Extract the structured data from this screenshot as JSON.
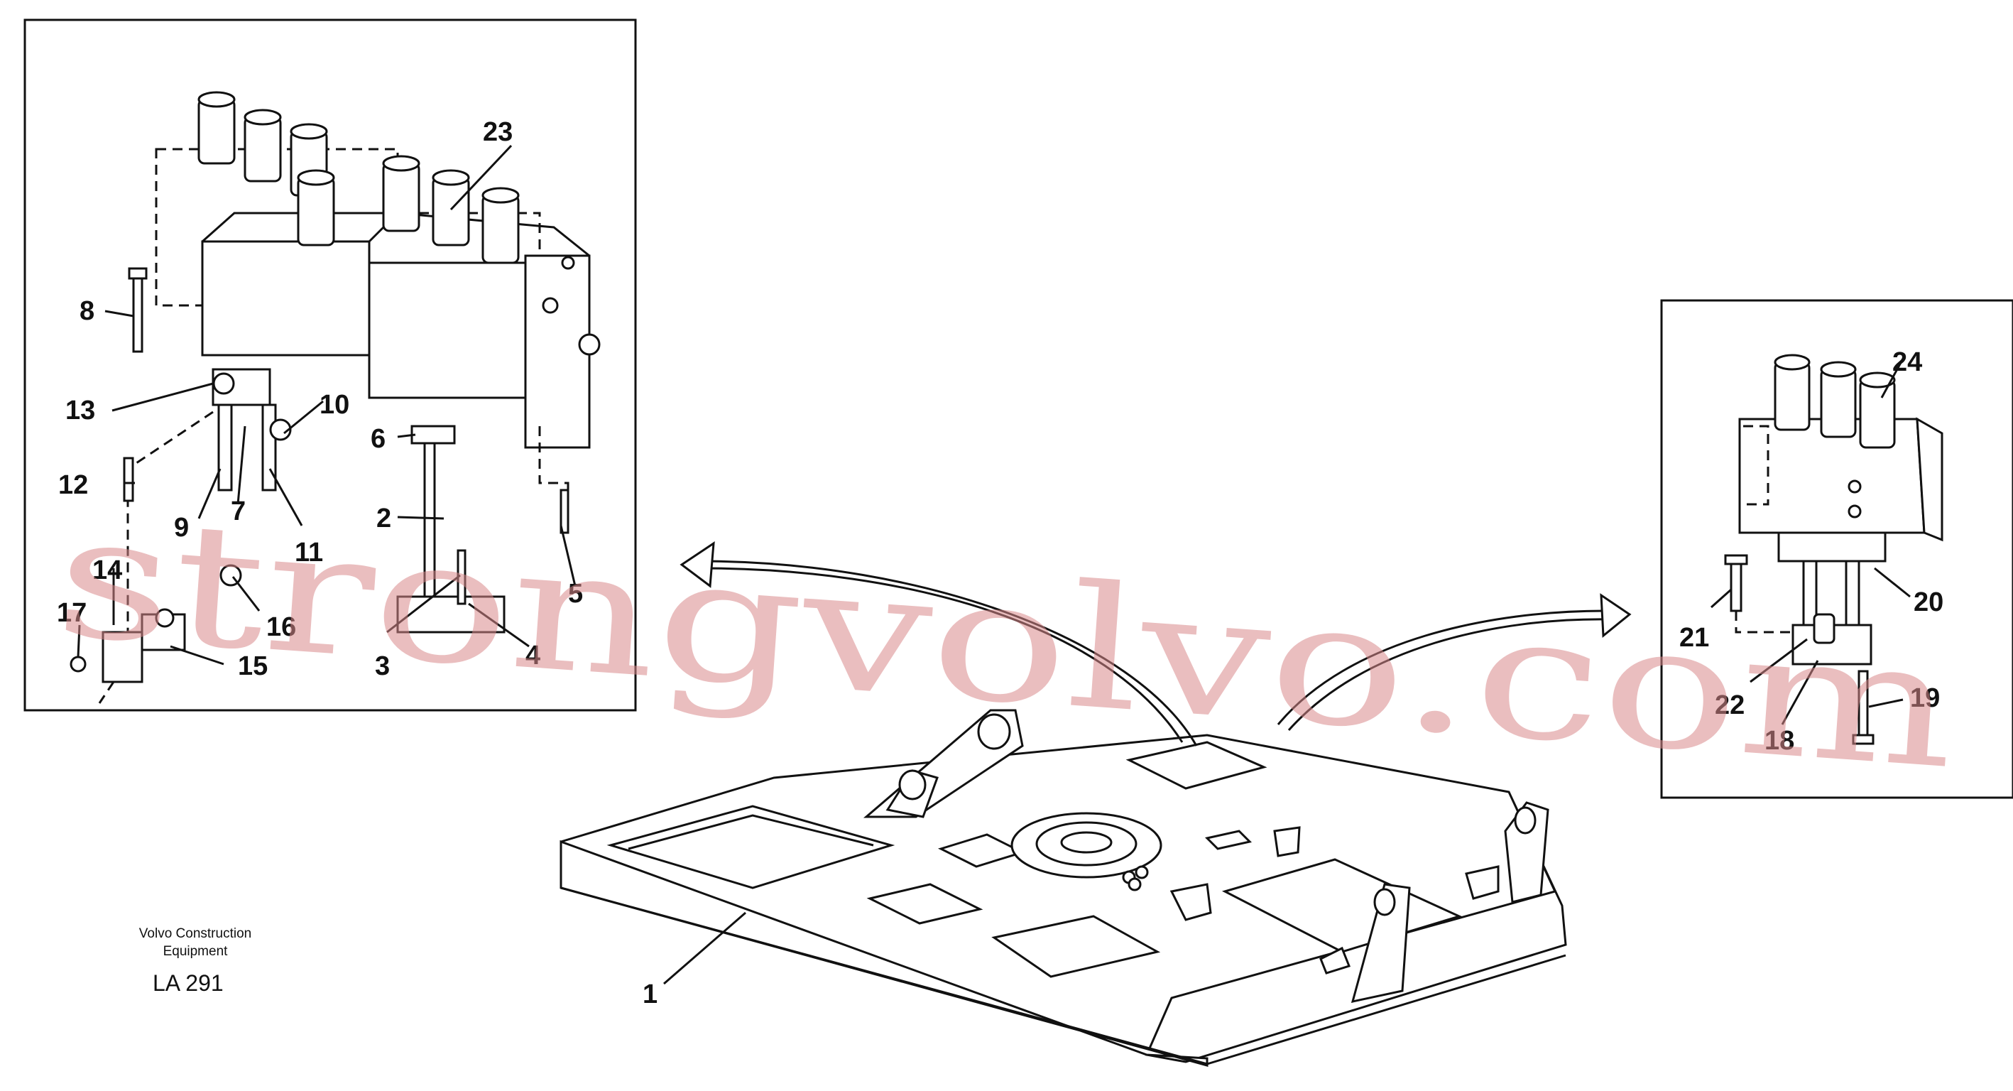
{
  "caption": {
    "company_line1": "Volvo Construction",
    "company_line2": "Equipment",
    "figure_code": "LA 291"
  },
  "watermark": "strongvolvo.com",
  "callouts": {
    "c1": "1",
    "c2": "2",
    "c3": "3",
    "c4": "4",
    "c5": "5",
    "c6": "6",
    "c7": "7",
    "c8": "8",
    "c9": "9",
    "c10": "10",
    "c11": "11",
    "c12": "12",
    "c13": "13",
    "c14": "14",
    "c15": "15",
    "c16": "16",
    "c17": "17",
    "c18": "18",
    "c19": "19",
    "c20": "20",
    "c21": "21",
    "c22": "22",
    "c23": "23",
    "c24": "24"
  }
}
